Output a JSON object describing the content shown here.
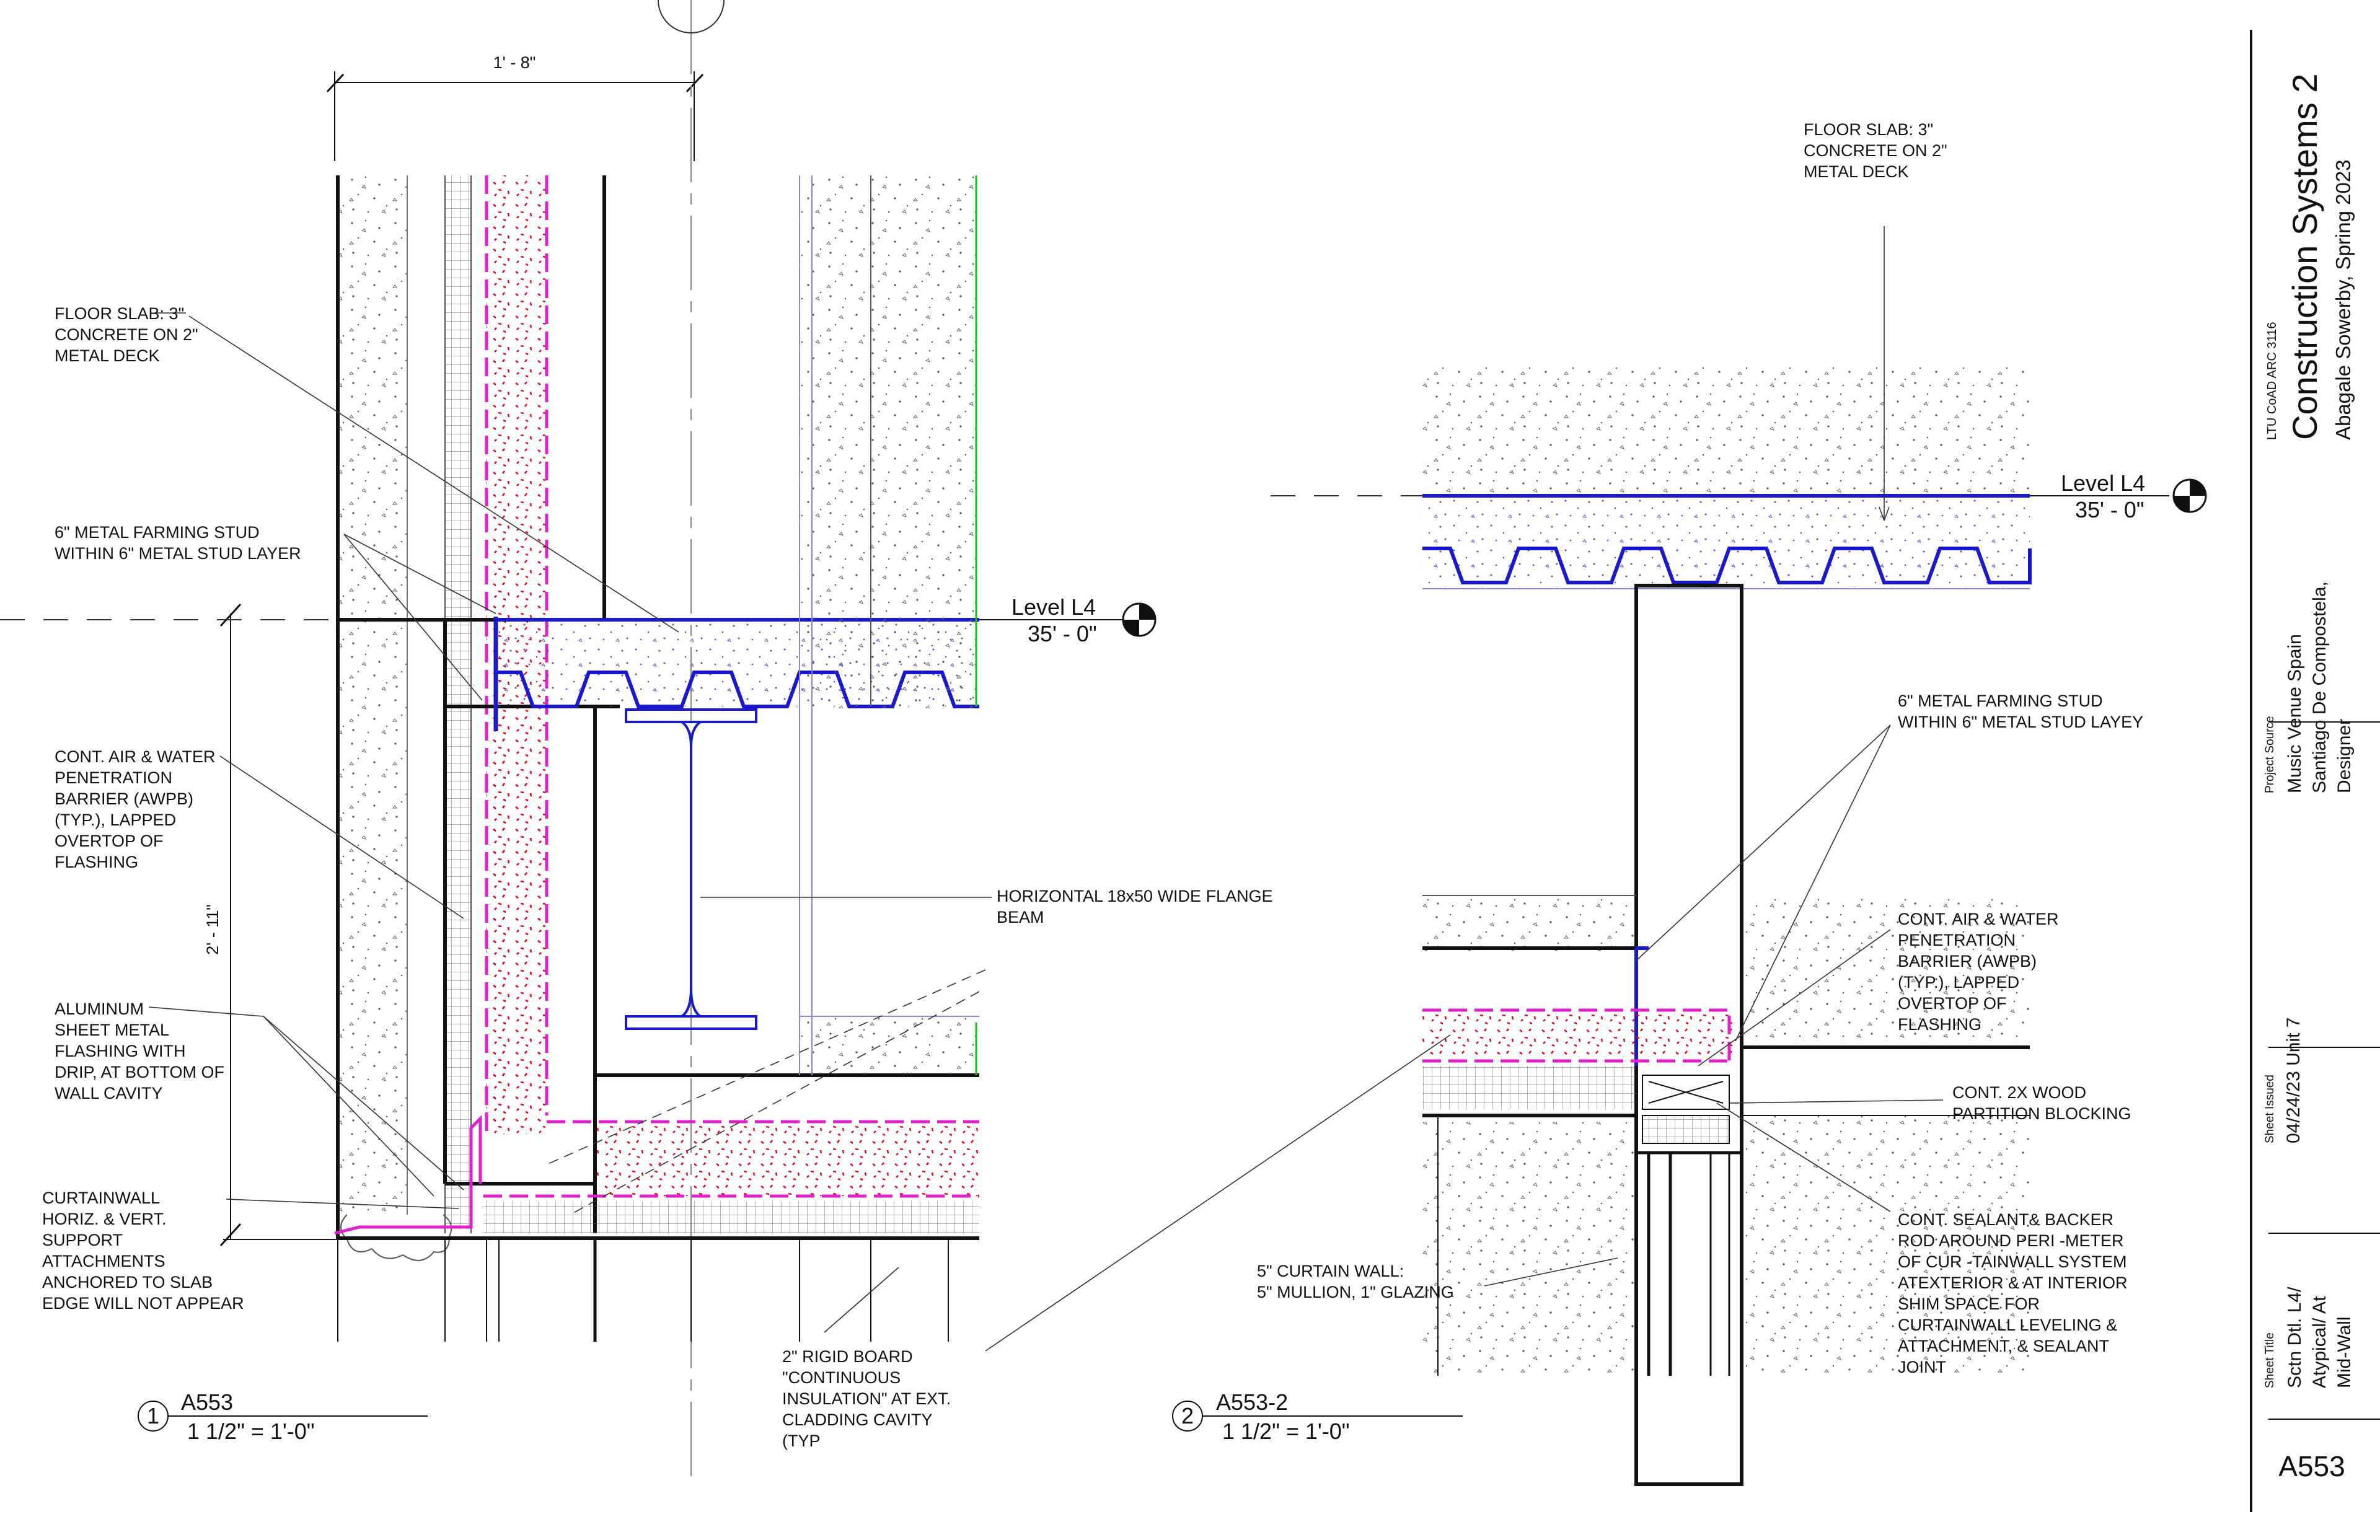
{
  "detail_1": {
    "dim_width": "1' - 8\"",
    "dim_height": "2' - 11\"",
    "level_name": "Level L4",
    "level_elev": "35' - 0\"",
    "notes": {
      "floor_slab": [
        "FLOOR SLAB: 3\"",
        "CONCRETE ON 2\"",
        "METAL DECK"
      ],
      "stud": [
        "6\" METAL FARMING STUD",
        "WITHIN 6\" METAL STUD LAYER"
      ],
      "awpb": [
        "CONT. AIR & WATER",
        "PENETRATION",
        "BARRIER (AWPB)",
        "(TYP.), LAPPED",
        "OVERTOP OF",
        "FLASHING"
      ],
      "flashing": [
        "ALUMINUM",
        "SHEET METAL",
        "FLASHING WITH",
        "DRIP, AT BOTTOM OF",
        "WALL CAVITY"
      ],
      "curtainwall": [
        "CURTAINWALL",
        "HORIZ. & VERT.",
        "SUPPORT",
        "ATTACHMENTS",
        "ANCHORED TO SLAB",
        "EDGE WILL NOT APPEAR"
      ],
      "beam": [
        "HORIZONTAL 18x50 WIDE FLANGE",
        "BEAM"
      ],
      "rigid": [
        "2\" RIGID BOARD",
        "\"CONTINUOUS",
        "INSULATION\" AT EXT.",
        "CLADDING CAVITY",
        "(TYP"
      ]
    },
    "tag_number": "1",
    "tag_ref": "A553",
    "tag_scale": "1 1/2\" = 1'-0\""
  },
  "detail_2": {
    "level_name": "Level L4",
    "level_elev": "35' - 0\"",
    "notes": {
      "floor_slab": [
        "FLOOR SLAB: 3\"",
        "CONCRETE ON 2\"",
        "METAL DECK"
      ],
      "stud": [
        "6\" METAL FARMING STUD",
        "WITHIN 6\" METAL STUD LAYEY"
      ],
      "awpb": [
        "CONT. AIR & WATER",
        "PENETRATION",
        "BARRIER (AWPB)",
        "(TYP.), LAPPED",
        "OVERTOP OF",
        "FLASHING"
      ],
      "blocking": [
        "CONT. 2X WOOD",
        "PARTITION BLOCKING"
      ],
      "sealant": [
        "CONT. SEALANT& BACKER",
        "ROD AROUND PERI       -METER",
        "OF CUR    -TAINWALL SYSTEM",
        "ATEXTERIOR & AT INTERIOR",
        "SHIM SPACE FOR",
        "CURTAINWALL LEVELING &",
        "ATTACHMENT, & SEALANT",
        "JOINT"
      ],
      "curtain_wall": [
        "5\" CURTAIN WALL:",
        "5\" MULLION, 1\" GLAZING"
      ]
    },
    "tag_number": "2",
    "tag_ref": "A553-2",
    "tag_scale": "1 1/2\" = 1'-0\""
  },
  "title_block": {
    "course": "LTU CoAD ARC 3116",
    "course_title": "Construction Systems 2",
    "author": "Abagale Sowerby, Spring 2023",
    "project_label": "Project Source",
    "project_lines": [
      "Music Venue Spain",
      "Santiago De Compostela,",
      "Designer"
    ],
    "issued_label": "Sheet Issued",
    "issued_value": "04/24/23 Unit 7",
    "title_label": "Sheet Title",
    "title_lines": [
      "Sctn Dtl. L4/",
      "Atypical/ At",
      "Mid-Wall"
    ],
    "sheet_number": "A553"
  },
  "colors": {
    "deck": "#1a1acc",
    "insulation_dots": "#e8001a",
    "barrier": "#e020c8",
    "green_line": "#22bb22",
    "grid_line": "#8888dd"
  }
}
